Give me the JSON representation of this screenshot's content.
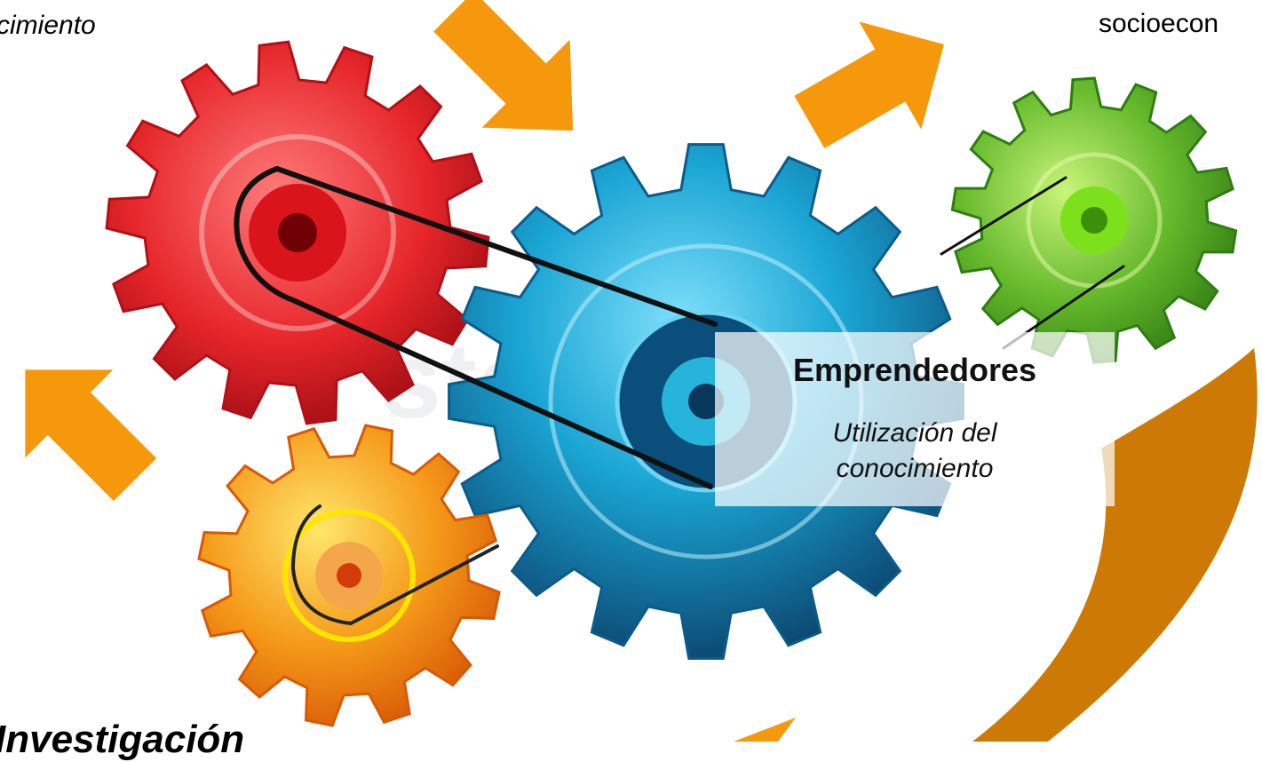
{
  "texts": {
    "top_left": "cimiento",
    "top_right": "socioecon",
    "center_title": "Emprendedores",
    "center_subtitle": "Utilización del\nconocimiento",
    "bottom_left": "Investigación"
  },
  "colors": {
    "arrow_orange": "#f5980b",
    "swoosh_brown": "#cc7a05",
    "gear_red": "#e6262a",
    "gear_blue": "#1aa5d4",
    "gear_green": "#64b82a",
    "gear_orange": "#f59a1a"
  },
  "gears": [
    {
      "name": "red-gear",
      "color": "red",
      "teeth": 14
    },
    {
      "name": "blue-gear",
      "color": "blue",
      "teeth": 16
    },
    {
      "name": "green-gear",
      "color": "green",
      "teeth": 14
    },
    {
      "name": "orange-gear",
      "color": "orange",
      "teeth": 12
    }
  ]
}
